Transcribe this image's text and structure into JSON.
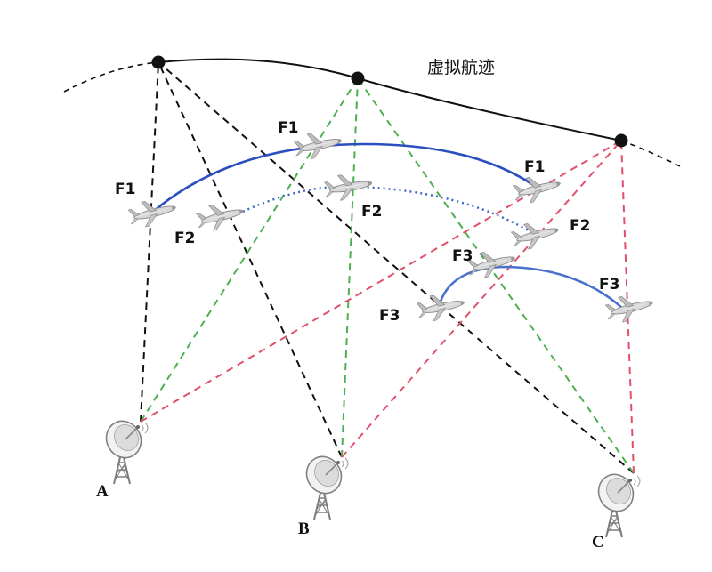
{
  "virtual_track_label": "虚拟航迹",
  "aircraft": {
    "F1": "F1",
    "F2": "F2",
    "F3": "F3"
  },
  "stations": {
    "A": "A",
    "B": "B",
    "C": "C"
  },
  "colors": {
    "virtual_track": "#111111",
    "station_A_lines": "#111111",
    "station_B_lines": "#4caf50",
    "station_C_lines": "#e0506a",
    "track_F1": "#2b4fbf",
    "track_F2": "#3a64c8",
    "track_F3": "#4a72cc"
  }
}
